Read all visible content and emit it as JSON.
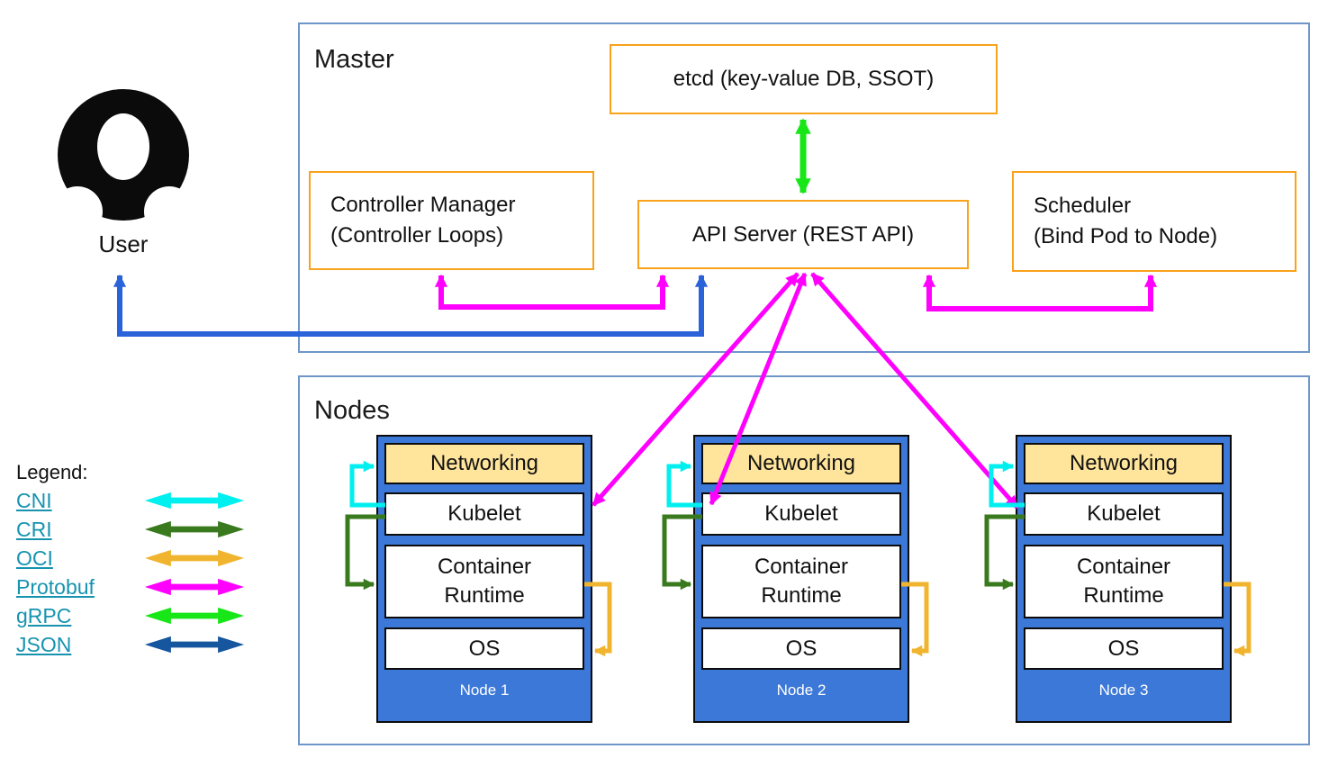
{
  "sections": {
    "master_title": "Master",
    "nodes_title": "Nodes"
  },
  "user_label": "User",
  "master": {
    "etcd_label": "etcd (key-value DB, SSOT)",
    "controller_manager_line1": "Controller Manager",
    "controller_manager_line2": "(Controller Loops)",
    "api_server_label": "API Server (REST API)",
    "scheduler_line1": "Scheduler",
    "scheduler_line2": "(Bind Pod to Node)"
  },
  "nodes": [
    {
      "name": "Node 1",
      "networking": "Networking",
      "kubelet": "Kubelet",
      "container_runtime": "Container Runtime",
      "os": "OS"
    },
    {
      "name": "Node 2",
      "networking": "Networking",
      "kubelet": "Kubelet",
      "container_runtime": "Container Runtime",
      "os": "OS"
    },
    {
      "name": "Node 3",
      "networking": "Networking",
      "kubelet": "Kubelet",
      "container_runtime": "Container Runtime",
      "os": "OS"
    }
  ],
  "legend": {
    "title": "Legend:",
    "items": [
      {
        "label": "CNI",
        "color": "#00efef"
      },
      {
        "label": "CRI",
        "color": "#3a7a1e"
      },
      {
        "label": "OCI",
        "color": "#f0b42f"
      },
      {
        "label": "Protobuf",
        "color": "#ff00ff"
      },
      {
        "label": "gRPC",
        "color": "#17e617"
      },
      {
        "label": "JSON",
        "color": "#15569e"
      }
    ]
  },
  "colors": {
    "section_border": "#6e96c8",
    "component_border": "#f9a21b",
    "node_fill": "#3c78d8",
    "networking_fill": "#ffe59b",
    "legend_link": "#1793b0",
    "cni": "#00efef",
    "cri": "#3a7a1e",
    "oci": "#f0b42f",
    "protobuf": "#ff00ff",
    "grpc": "#17e617",
    "json": "#15569e",
    "user_api_arrow": "#2a62d9"
  }
}
